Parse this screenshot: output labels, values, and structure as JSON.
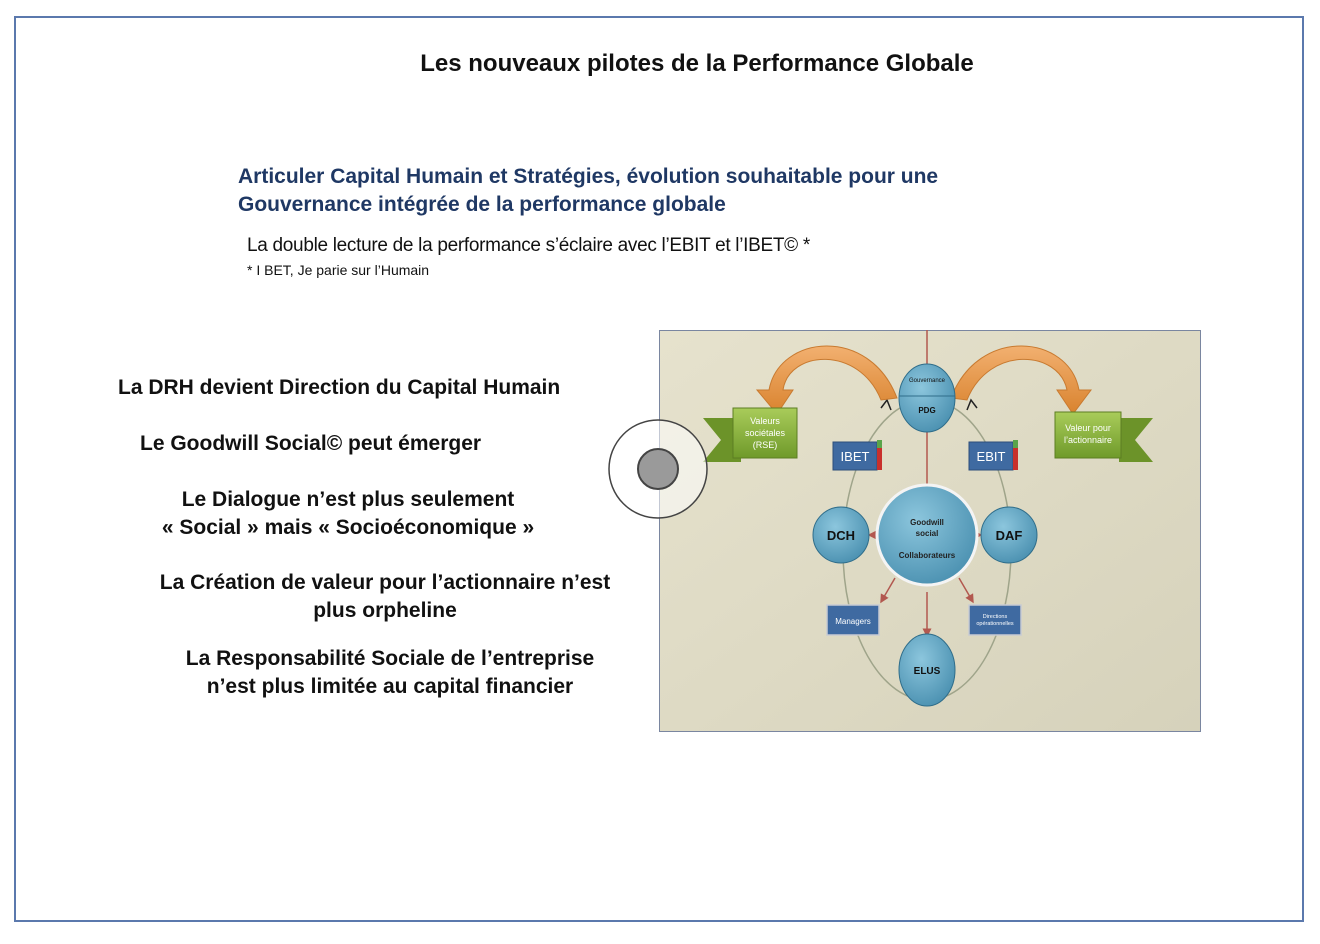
{
  "page": {
    "title": "Les nouveaux pilotes de la Performance Globale",
    "subtitle_line1": "Articuler Capital Humain et Stratégies, évolution souhaitable pour une",
    "subtitle_line2": "Gouvernance intégrée de la performance globale",
    "lecture": "La double lecture de la performance s’éclaire avec l’EBIT et l’IBET© *",
    "footnote": "* I BET, Je parie sur l’Humain"
  },
  "bullets": {
    "b1": "La DRH devient Direction du Capital Humain",
    "b2": "Le Goodwill Social© peut émerger",
    "b3_l1": "Le Dialogue n’est plus seulement",
    "b3_l2": "« Social »  mais  « Socioéconomique »",
    "b4_l1": "La Création de valeur pour l’actionnaire n’est",
    "b4_l2": "plus orpheline",
    "b5_l1": "La Responsabilité Sociale de l’entreprise",
    "b5_l2": "n’est plus limitée au capital financier"
  },
  "diagram": {
    "gouvernance": "Gouvernance",
    "pdg": "PDG",
    "goodwill_l1": "Goodwill",
    "goodwill_l2": "social",
    "collaborateurs": "Collaborateurs",
    "dch": "DCH",
    "daf": "DAF",
    "elus": "ELUS",
    "managers": "Managers",
    "directions_l1": "Directions",
    "directions_l2": "opérationnelles",
    "ibet": "IBET",
    "ebit": "EBIT",
    "valeurs_l1": "Valeurs",
    "valeurs_l2": "sociétales",
    "valeurs_l3": "(RSE)",
    "actionnaire_l1": "Valeur pour",
    "actionnaire_l2": "l’actionnaire"
  },
  "colors": {
    "frame": "#5b79ad",
    "subtitle": "#1f3864",
    "diagram_bg": "#ddd9c3",
    "node": "#5ea6c4",
    "ribbon": "#8cb43c",
    "arrow_orange": "#e0954a",
    "box_blue": "#3f6aa1"
  }
}
